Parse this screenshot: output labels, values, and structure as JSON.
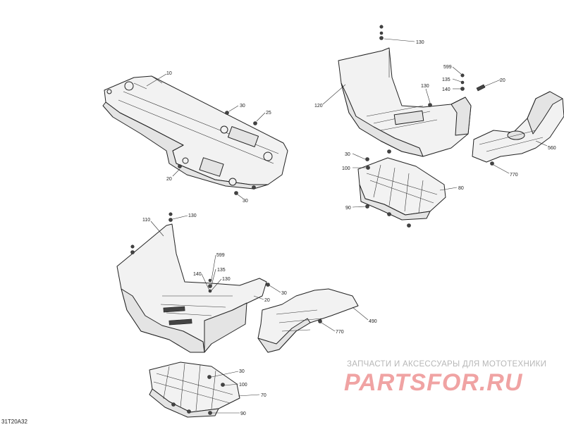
{
  "diagram": {
    "reference_code": "31T20A32",
    "callouts": {
      "p10": "10",
      "p30a": "30",
      "p25": "25",
      "p20a": "20",
      "p30b": "30",
      "p130a": "130",
      "p599a": "599",
      "p135a": "135",
      "p140a": "140",
      "p130b": "130",
      "p20b": "20",
      "p120": "120",
      "p560": "560",
      "p770a": "770",
      "p30c": "30",
      "p100a": "100",
      "p80": "80",
      "p90a": "90",
      "p110": "110",
      "p130c": "130",
      "p599b": "599",
      "p135b": "135",
      "p140b": "140",
      "p130d": "130",
      "p30d": "30",
      "p20c": "20",
      "p490": "490",
      "p770b": "770",
      "p30e": "30",
      "p100b": "100",
      "p70": "70",
      "p90b": "90"
    }
  },
  "watermark": {
    "tagline": "ЗАПЧАСТИ И АКСЕССУАРЫ ДЛЯ МОТОТЕХНИКИ",
    "logo": "PARTSFOR.RU"
  }
}
